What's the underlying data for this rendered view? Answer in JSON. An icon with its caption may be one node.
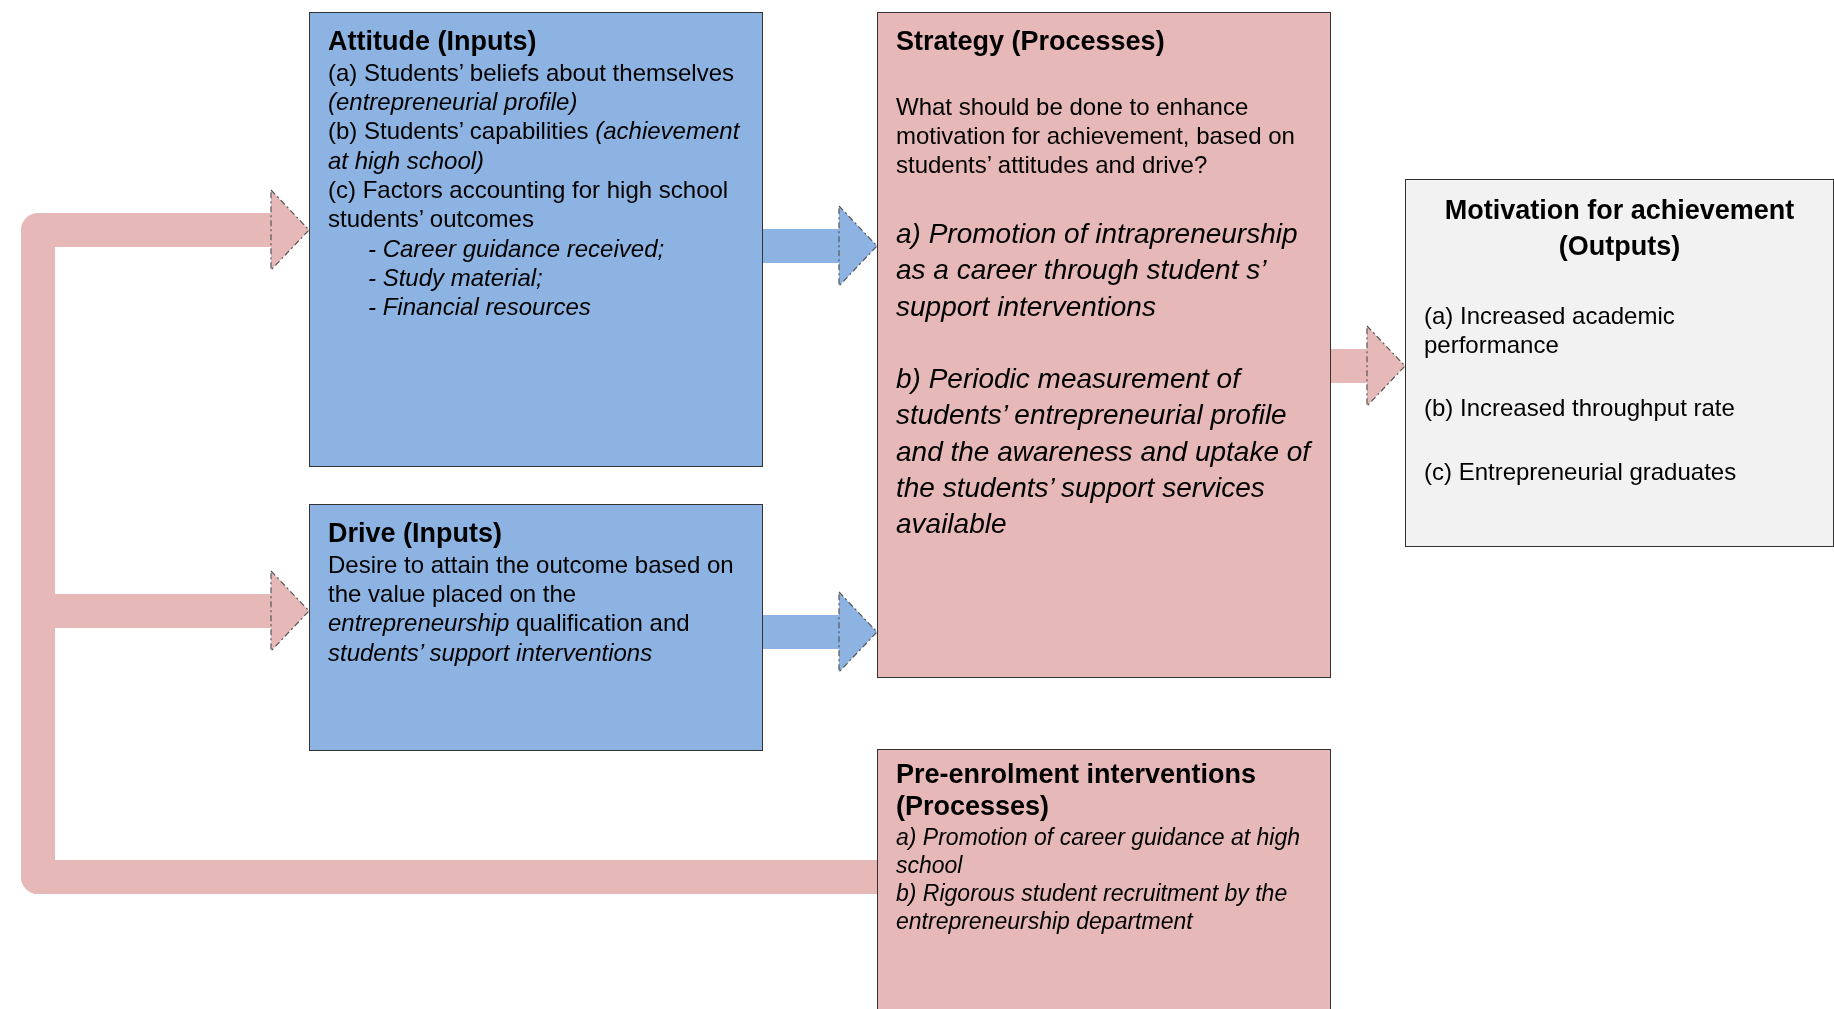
{
  "diagram": {
    "nodes": [
      {
        "text": [
          "Attitude (Inputs)",
          "(a) Students’ beliefs about themselves *(entrepreneurial profile)*",
          "(b) Students’ capabilities *(achievement at high school)*",
          "(c) Factors accounting for high school students’ outcomes",
          "- Career guidance received;",
          "- Study material;",
          "- Financial resources"
        ]
      },
      {
        "text": [
          "Drive (Inputs)",
          "Desire to attain the outcome based on the value placed on the *entrepreneurship* qualification and *students’ support interventions*"
        ]
      },
      {
        "text": [
          "Strategy (Processes)",
          "What should be done to enhance motivation for achievement, based on students’ attitudes and drive?",
          "a) Promotion of intrapreneurship as a career through student s’ support interventions",
          "b) Periodic measurement of students’ entrepreneurial profile and the awareness and uptake of the students’ support services available"
        ]
      },
      {
        "text": [
          "Motivation for achievement (Outputs)",
          "(a) Increased academic performance",
          "(b) Increased throughput rate",
          "(c) Entrepreneurial graduates"
        ]
      },
      {
        "text": [
          "Pre-enrolment interventions (Processes)",
          "a) Promotion of career guidance at high school",
          "b) Rigorous student recruitment by the entrepreneurship department"
        ]
      }
    ],
    "edges": [
      {
        "from": 0,
        "to": 2,
        "arrow": "to",
        "color": "#8db3e2"
      },
      {
        "from": 1,
        "to": 2,
        "arrow": "to",
        "color": "#8db3e2"
      },
      {
        "from": 2,
        "to": 3,
        "arrow": "to"
      },
      {
        "from": 4,
        "to": 0,
        "arrow": "to"
      },
      {
        "from": 4,
        "to": 1,
        "arrow": "to"
      }
    ]
  }
}
